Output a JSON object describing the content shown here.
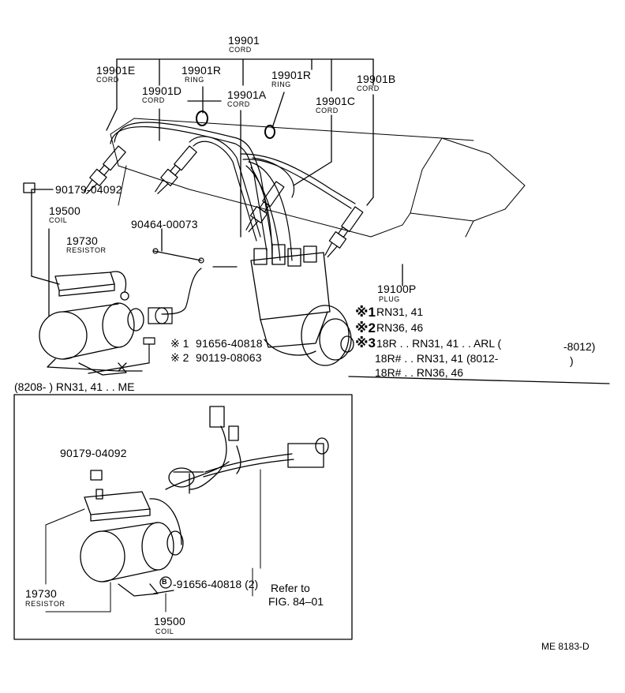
{
  "cords": {
    "main": {
      "pn": "19901",
      "sub": "CORD"
    },
    "e": {
      "pn": "19901E",
      "sub": "CORD"
    },
    "r1": {
      "pn": "19901R",
      "sub": "RING"
    },
    "r2": {
      "pn": "19901R",
      "sub": "RING"
    },
    "b": {
      "pn": "19901B",
      "sub": "CORD"
    },
    "d": {
      "pn": "19901D",
      "sub": "CORD"
    },
    "a": {
      "pn": "19901A",
      "sub": "CORD"
    },
    "c": {
      "pn": "19901C",
      "sub": "CORD"
    }
  },
  "nut_top": "90179-04092",
  "coil_top": {
    "pn": "19500",
    "sub": "COIL"
  },
  "resistor_top": {
    "pn": "19730",
    "sub": "RESISTOR"
  },
  "bracket_part": "90464-00073",
  "plug": {
    "pn": "19100P",
    "sub": "PLUG"
  },
  "bolts": {
    "b1_mark": "※ 1",
    "b1_pn": "91656-40818",
    "b2_mark": "※ 2",
    "b2_pn": "90119-08063"
  },
  "apps": {
    "a1_mark": "※1",
    "a1_text": "RN31, 41",
    "a2_mark": "※2",
    "a2_text": "RN36, 46",
    "a3_mark": "※3",
    "a3_text": "18R . . RN31, 41 . . ARL (",
    "a3_end": "-8012)",
    "a4_text": "18R# . . RN31, 41 (8012-",
    "a4_end": ")",
    "a5_text": "18R# . . RN36, 46"
  },
  "inset": {
    "header": "(8208-          ) RN31, 41 . . ME",
    "nut": "90179-04092",
    "resistor": {
      "pn": "19730",
      "sub": "RESISTOR"
    },
    "coil": {
      "pn": "19500",
      "sub": "COIL"
    },
    "bolt_mark": "B",
    "bolt_pn": "-91656-40818 (2)",
    "refer1": "Refer to",
    "refer2": "FIG. 84–01"
  },
  "figure_code": "ME 8183-D"
}
